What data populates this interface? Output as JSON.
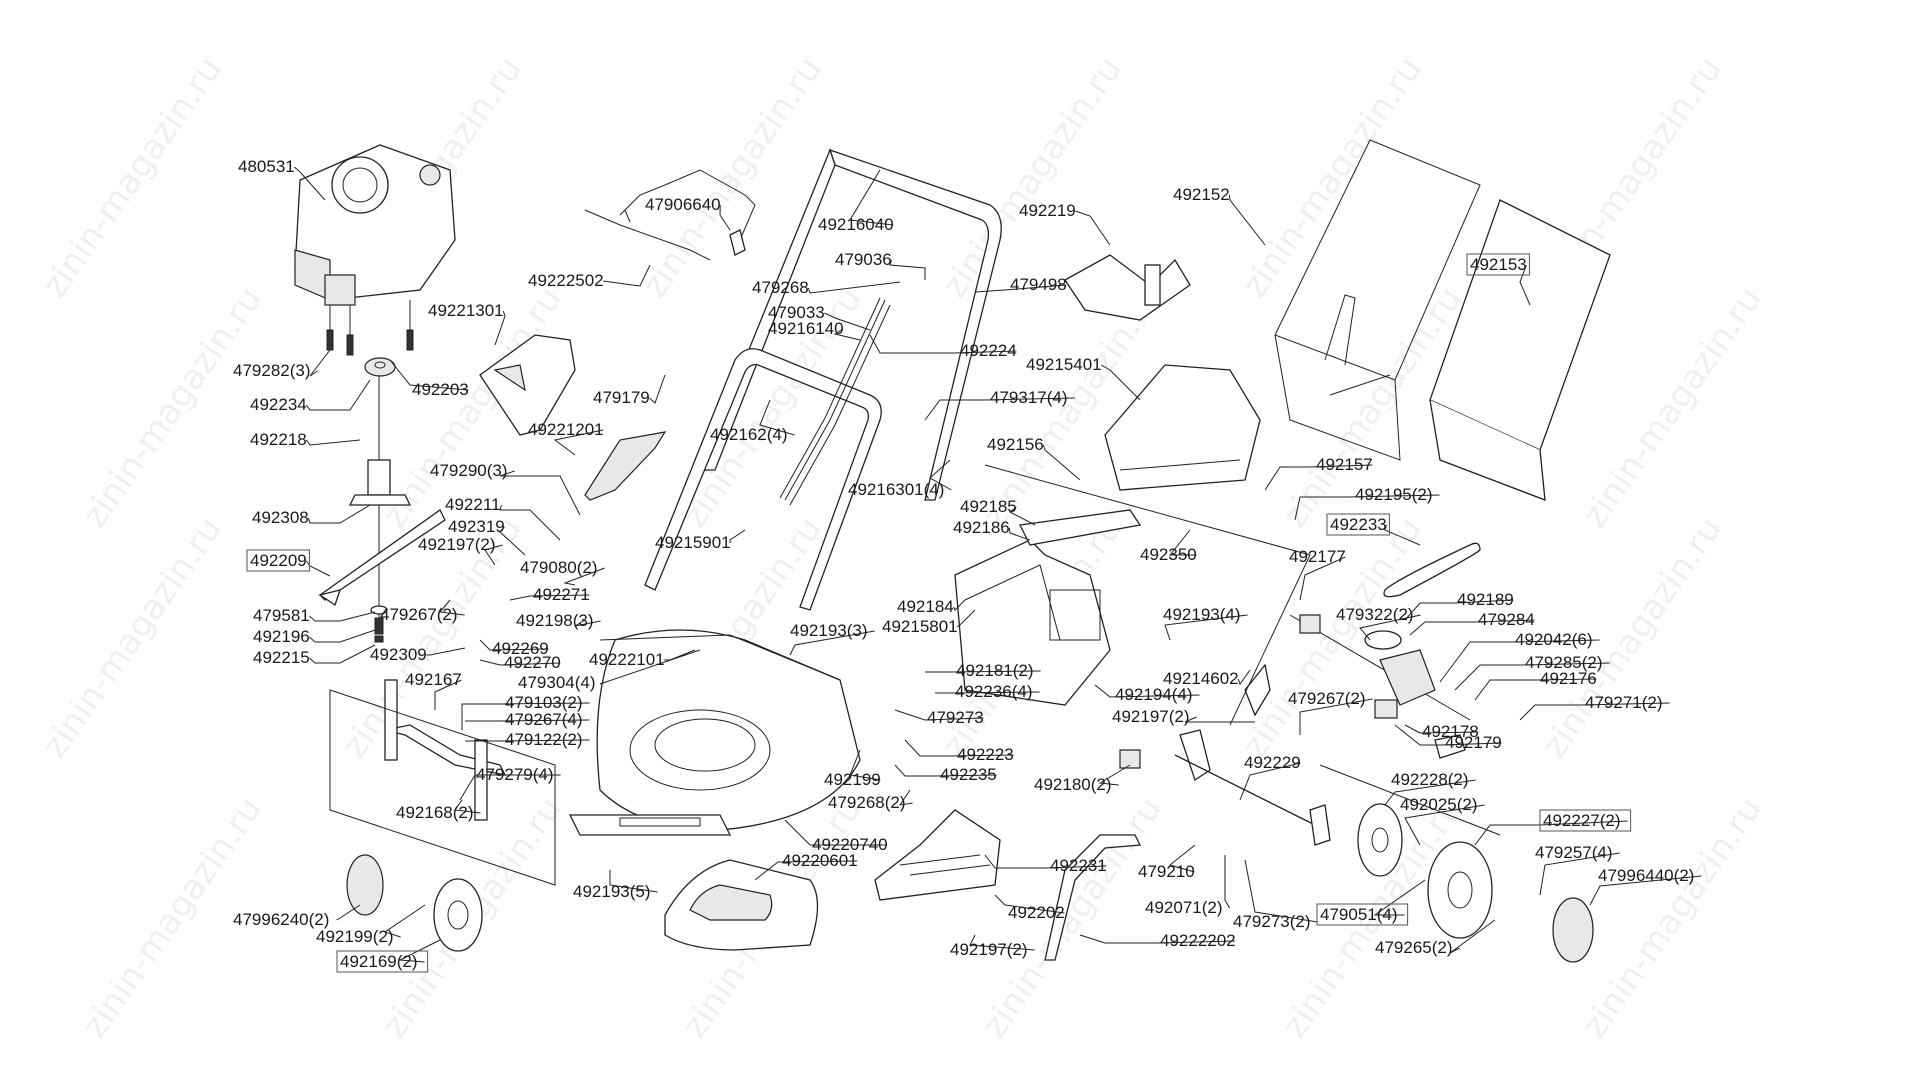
{
  "diagram": {
    "title": "Lawn mower exploded parts diagram",
    "watermark": "zinin-magazin.ru",
    "colors": {
      "line": "#222222",
      "background": "#ffffff",
      "label": "#1a1a1a"
    }
  },
  "labels": [
    {
      "id": "480531",
      "text": "480531",
      "boxed": false
    },
    {
      "id": "47906640",
      "text": "47906640",
      "boxed": false
    },
    {
      "id": "49216040",
      "text": "49216040",
      "boxed": false
    },
    {
      "id": "49222502",
      "text": "49222502",
      "boxed": false
    },
    {
      "id": "479036",
      "text": "479036",
      "boxed": false
    },
    {
      "id": "479268",
      "text": "479268",
      "boxed": false
    },
    {
      "id": "479498",
      "text": "479498",
      "boxed": false
    },
    {
      "id": "479033",
      "text": "479033",
      "boxed": false
    },
    {
      "id": "49216140",
      "text": "49216140",
      "boxed": false
    },
    {
      "id": "492224",
      "text": "492224",
      "boxed": false
    },
    {
      "id": "492219",
      "text": "492219",
      "boxed": false
    },
    {
      "id": "492152",
      "text": "492152",
      "boxed": false
    },
    {
      "id": "492153",
      "text": "492153",
      "boxed": true
    },
    {
      "id": "49221301",
      "text": "49221301",
      "boxed": false
    },
    {
      "id": "479282-3",
      "text": "479282(3)",
      "boxed": false
    },
    {
      "id": "492234",
      "text": "492234",
      "boxed": false
    },
    {
      "id": "492203",
      "text": "492203",
      "boxed": false
    },
    {
      "id": "492218",
      "text": "492218",
      "boxed": false
    },
    {
      "id": "479179",
      "text": "479179",
      "boxed": false
    },
    {
      "id": "49215401",
      "text": "49215401",
      "boxed": false
    },
    {
      "id": "479317-4",
      "text": "479317(4)",
      "boxed": false
    },
    {
      "id": "49221201",
      "text": "49221201",
      "boxed": false
    },
    {
      "id": "492162-4",
      "text": "492162(4)",
      "boxed": false
    },
    {
      "id": "479290-3",
      "text": "479290(3)",
      "boxed": false
    },
    {
      "id": "492156",
      "text": "492156",
      "boxed": false
    },
    {
      "id": "492157",
      "text": "492157",
      "boxed": false
    },
    {
      "id": "49216301-4",
      "text": "49216301(4)",
      "boxed": false
    },
    {
      "id": "492308",
      "text": "492308",
      "boxed": false
    },
    {
      "id": "492211",
      "text": "492211",
      "boxed": false
    },
    {
      "id": "492185",
      "text": "492185",
      "boxed": false
    },
    {
      "id": "492195-2",
      "text": "492195(2)",
      "boxed": false
    },
    {
      "id": "492186",
      "text": "492186",
      "boxed": false
    },
    {
      "id": "492319",
      "text": "492319",
      "boxed": false
    },
    {
      "id": "492233",
      "text": "492233",
      "boxed": true
    },
    {
      "id": "492197-2a",
      "text": "492197(2)",
      "boxed": false
    },
    {
      "id": "49215901",
      "text": "49215901",
      "boxed": false
    },
    {
      "id": "492209",
      "text": "492209",
      "boxed": true
    },
    {
      "id": "479080-2",
      "text": "479080(2)",
      "boxed": false
    },
    {
      "id": "492350",
      "text": "492350",
      "boxed": false
    },
    {
      "id": "492271",
      "text": "492271",
      "boxed": false
    },
    {
      "id": "492177",
      "text": "492177",
      "boxed": false
    },
    {
      "id": "492189",
      "text": "492189",
      "boxed": false
    },
    {
      "id": "479581",
      "text": "479581",
      "boxed": false
    },
    {
      "id": "479267-2a",
      "text": "479267(2)",
      "boxed": false
    },
    {
      "id": "492198-3",
      "text": "492198(3)",
      "boxed": false
    },
    {
      "id": "492184",
      "text": "492184",
      "boxed": false
    },
    {
      "id": "492193-4",
      "text": "492193(4)",
      "boxed": false
    },
    {
      "id": "479322-2",
      "text": "479322(2)",
      "boxed": false
    },
    {
      "id": "479284",
      "text": "479284",
      "boxed": false
    },
    {
      "id": "492196",
      "text": "492196",
      "boxed": false
    },
    {
      "id": "49215801",
      "text": "49215801",
      "boxed": false
    },
    {
      "id": "492193-3",
      "text": "492193(3)",
      "boxed": false
    },
    {
      "id": "492309",
      "text": "492309",
      "boxed": false
    },
    {
      "id": "492269",
      "text": "492269",
      "boxed": false
    },
    {
      "id": "492042-6",
      "text": "492042(6)",
      "boxed": false
    },
    {
      "id": "492215",
      "text": "492215",
      "boxed": false
    },
    {
      "id": "492270",
      "text": "492270",
      "boxed": false
    },
    {
      "id": "49222101",
      "text": "49222101",
      "boxed": false
    },
    {
      "id": "479285-2",
      "text": "479285(2)",
      "boxed": false
    },
    {
      "id": "479304-4",
      "text": "479304(4)",
      "boxed": false
    },
    {
      "id": "49214602",
      "text": "49214602",
      "boxed": false
    },
    {
      "id": "492167",
      "text": "492167",
      "boxed": false
    },
    {
      "id": "492181-2",
      "text": "492181(2)",
      "boxed": false
    },
    {
      "id": "492176",
      "text": "492176",
      "boxed": false
    },
    {
      "id": "492194-4",
      "text": "492194(4)",
      "boxed": false
    },
    {
      "id": "492236-4",
      "text": "492236(4)",
      "boxed": false
    },
    {
      "id": "479103-2",
      "text": "479103(2)",
      "boxed": false
    },
    {
      "id": "492197-2b",
      "text": "492197(2)",
      "boxed": false
    },
    {
      "id": "479267-2b",
      "text": "479267(2)",
      "boxed": false
    },
    {
      "id": "492178",
      "text": "492178",
      "boxed": false
    },
    {
      "id": "479271-2",
      "text": "479271(2)",
      "boxed": false
    },
    {
      "id": "479267-4",
      "text": "479267(4)",
      "boxed": false
    },
    {
      "id": "479273",
      "text": "479273",
      "boxed": false
    },
    {
      "id": "492179",
      "text": "492179",
      "boxed": false
    },
    {
      "id": "479122-2",
      "text": "479122(2)",
      "boxed": false
    },
    {
      "id": "492223",
      "text": "492223",
      "boxed": false
    },
    {
      "id": "492180-2",
      "text": "492180(2)",
      "boxed": false
    },
    {
      "id": "492229",
      "text": "492229",
      "boxed": false
    },
    {
      "id": "479279-4",
      "text": "479279(4)",
      "boxed": false
    },
    {
      "id": "492199a",
      "text": "492199",
      "boxed": false
    },
    {
      "id": "492235",
      "text": "492235",
      "boxed": false
    },
    {
      "id": "492228-2",
      "text": "492228(2)",
      "boxed": false
    },
    {
      "id": "492168-2",
      "text": "492168(2)",
      "boxed": false
    },
    {
      "id": "479268-2",
      "text": "479268(2)",
      "boxed": false
    },
    {
      "id": "492025-2",
      "text": "492025(2)",
      "boxed": false
    },
    {
      "id": "492227-2",
      "text": "492227(2)",
      "boxed": true
    },
    {
      "id": "49220740",
      "text": "49220740",
      "boxed": false
    },
    {
      "id": "49220601",
      "text": "49220601",
      "boxed": false
    },
    {
      "id": "492231",
      "text": "492231",
      "boxed": false
    },
    {
      "id": "479257-4",
      "text": "479257(4)",
      "boxed": false
    },
    {
      "id": "479210",
      "text": "479210",
      "boxed": false
    },
    {
      "id": "47996440-2",
      "text": "47996440(2)",
      "boxed": false
    },
    {
      "id": "492193-5",
      "text": "492193(5)",
      "boxed": false
    },
    {
      "id": "492202",
      "text": "492202",
      "boxed": false
    },
    {
      "id": "492071-2",
      "text": "492071(2)",
      "boxed": false
    },
    {
      "id": "479273-2",
      "text": "479273(2)",
      "boxed": false
    },
    {
      "id": "479051-4",
      "text": "479051(4)",
      "boxed": true
    },
    {
      "id": "47996240-2",
      "text": "47996240(2)",
      "boxed": false
    },
    {
      "id": "49222202",
      "text": "49222202",
      "boxed": false
    },
    {
      "id": "479265-2",
      "text": "479265(2)",
      "boxed": false
    },
    {
      "id": "492199-2",
      "text": "492199(2)",
      "boxed": false
    },
    {
      "id": "492197-2c",
      "text": "492197(2)",
      "boxed": false
    },
    {
      "id": "492169-2",
      "text": "492169(2)",
      "boxed": true
    }
  ]
}
